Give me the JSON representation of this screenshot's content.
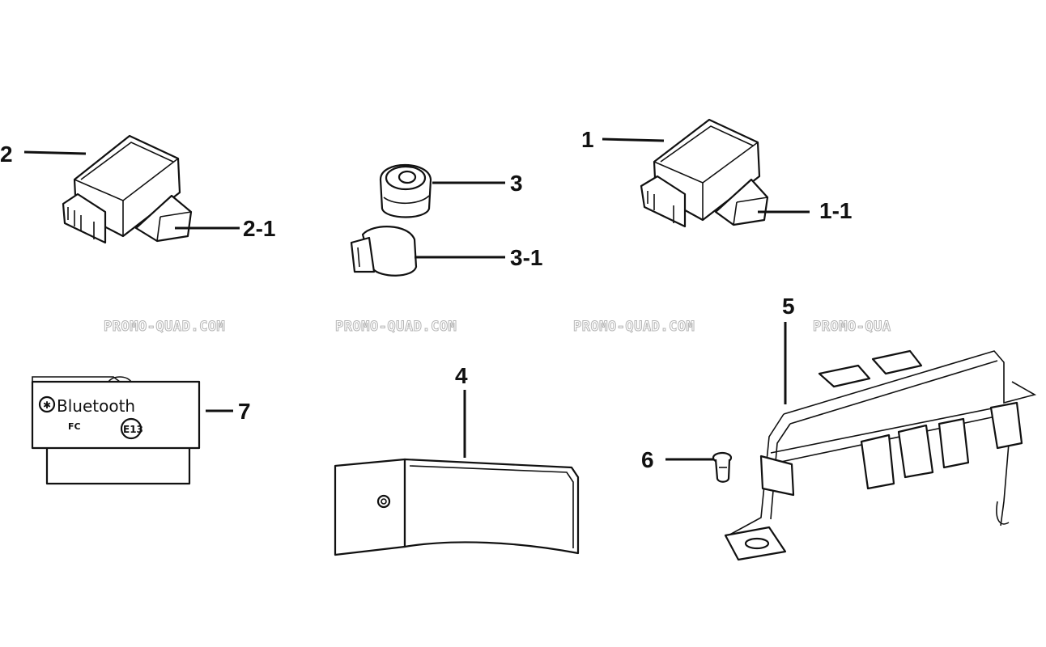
{
  "watermark": {
    "items": [
      "PROMO-QUAD.COM",
      "PROMO-QUAD.COM",
      "PROMO-QUAD.COM",
      "PROMO-QUA"
    ]
  },
  "callouts": {
    "c1": "1",
    "c1_1": "1-1",
    "c2": "2",
    "c2_1": "2-1",
    "c3": "3",
    "c3_1": "3-1",
    "c4": "4",
    "c5": "5",
    "c6": "6",
    "c7": "7"
  },
  "bluetooth_module": {
    "brand_text": "Bluetooth",
    "fcc_mark": "FC",
    "e_mark": "E13"
  }
}
